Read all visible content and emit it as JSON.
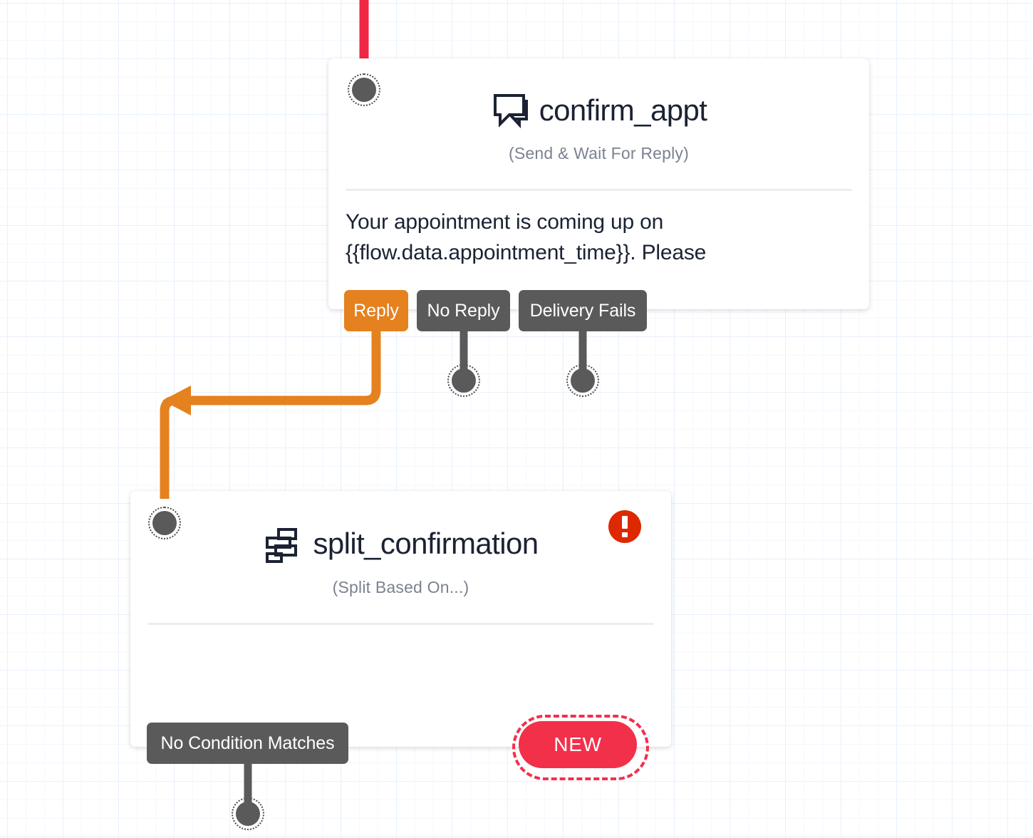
{
  "canvas": {
    "grid_color": "#e8f1fb",
    "background": "#ffffff"
  },
  "nodes": [
    {
      "id": "confirm_appt",
      "title": "confirm_appt",
      "subtitle": "(Send & Wait For Reply)",
      "icon": "chat-bubbles-icon",
      "body": "Your appointment is coming up on {{flow.data.appointment_time}}. Please",
      "transitions": [
        {
          "label": "Reply",
          "color": "#e5811e",
          "state": "connected"
        },
        {
          "label": "No Reply",
          "color": "#5a5a5a",
          "state": "open"
        },
        {
          "label": "Delivery Fails",
          "color": "#5a5a5a",
          "state": "open"
        }
      ]
    },
    {
      "id": "split_confirmation",
      "title": "split_confirmation",
      "subtitle": "(Split Based On...)",
      "icon": "split-icon",
      "body": "",
      "badge": {
        "name": "error-badge",
        "color": "#de2800",
        "glyph": "!"
      },
      "new_badge": {
        "label": "NEW",
        "color": "#f2304a"
      },
      "transitions": [
        {
          "label": "No Condition Matches",
          "color": "#5a5a5a",
          "state": "open"
        }
      ]
    }
  ],
  "connectors": [
    {
      "name": "incoming-red-wire",
      "color": "#ef2744",
      "from": "above-canvas",
      "to": "confirm_appt"
    },
    {
      "name": "reply-to-split-wire",
      "color": "#e5811e",
      "from": "confirm_appt.Reply",
      "to": "split_confirmation"
    }
  ]
}
